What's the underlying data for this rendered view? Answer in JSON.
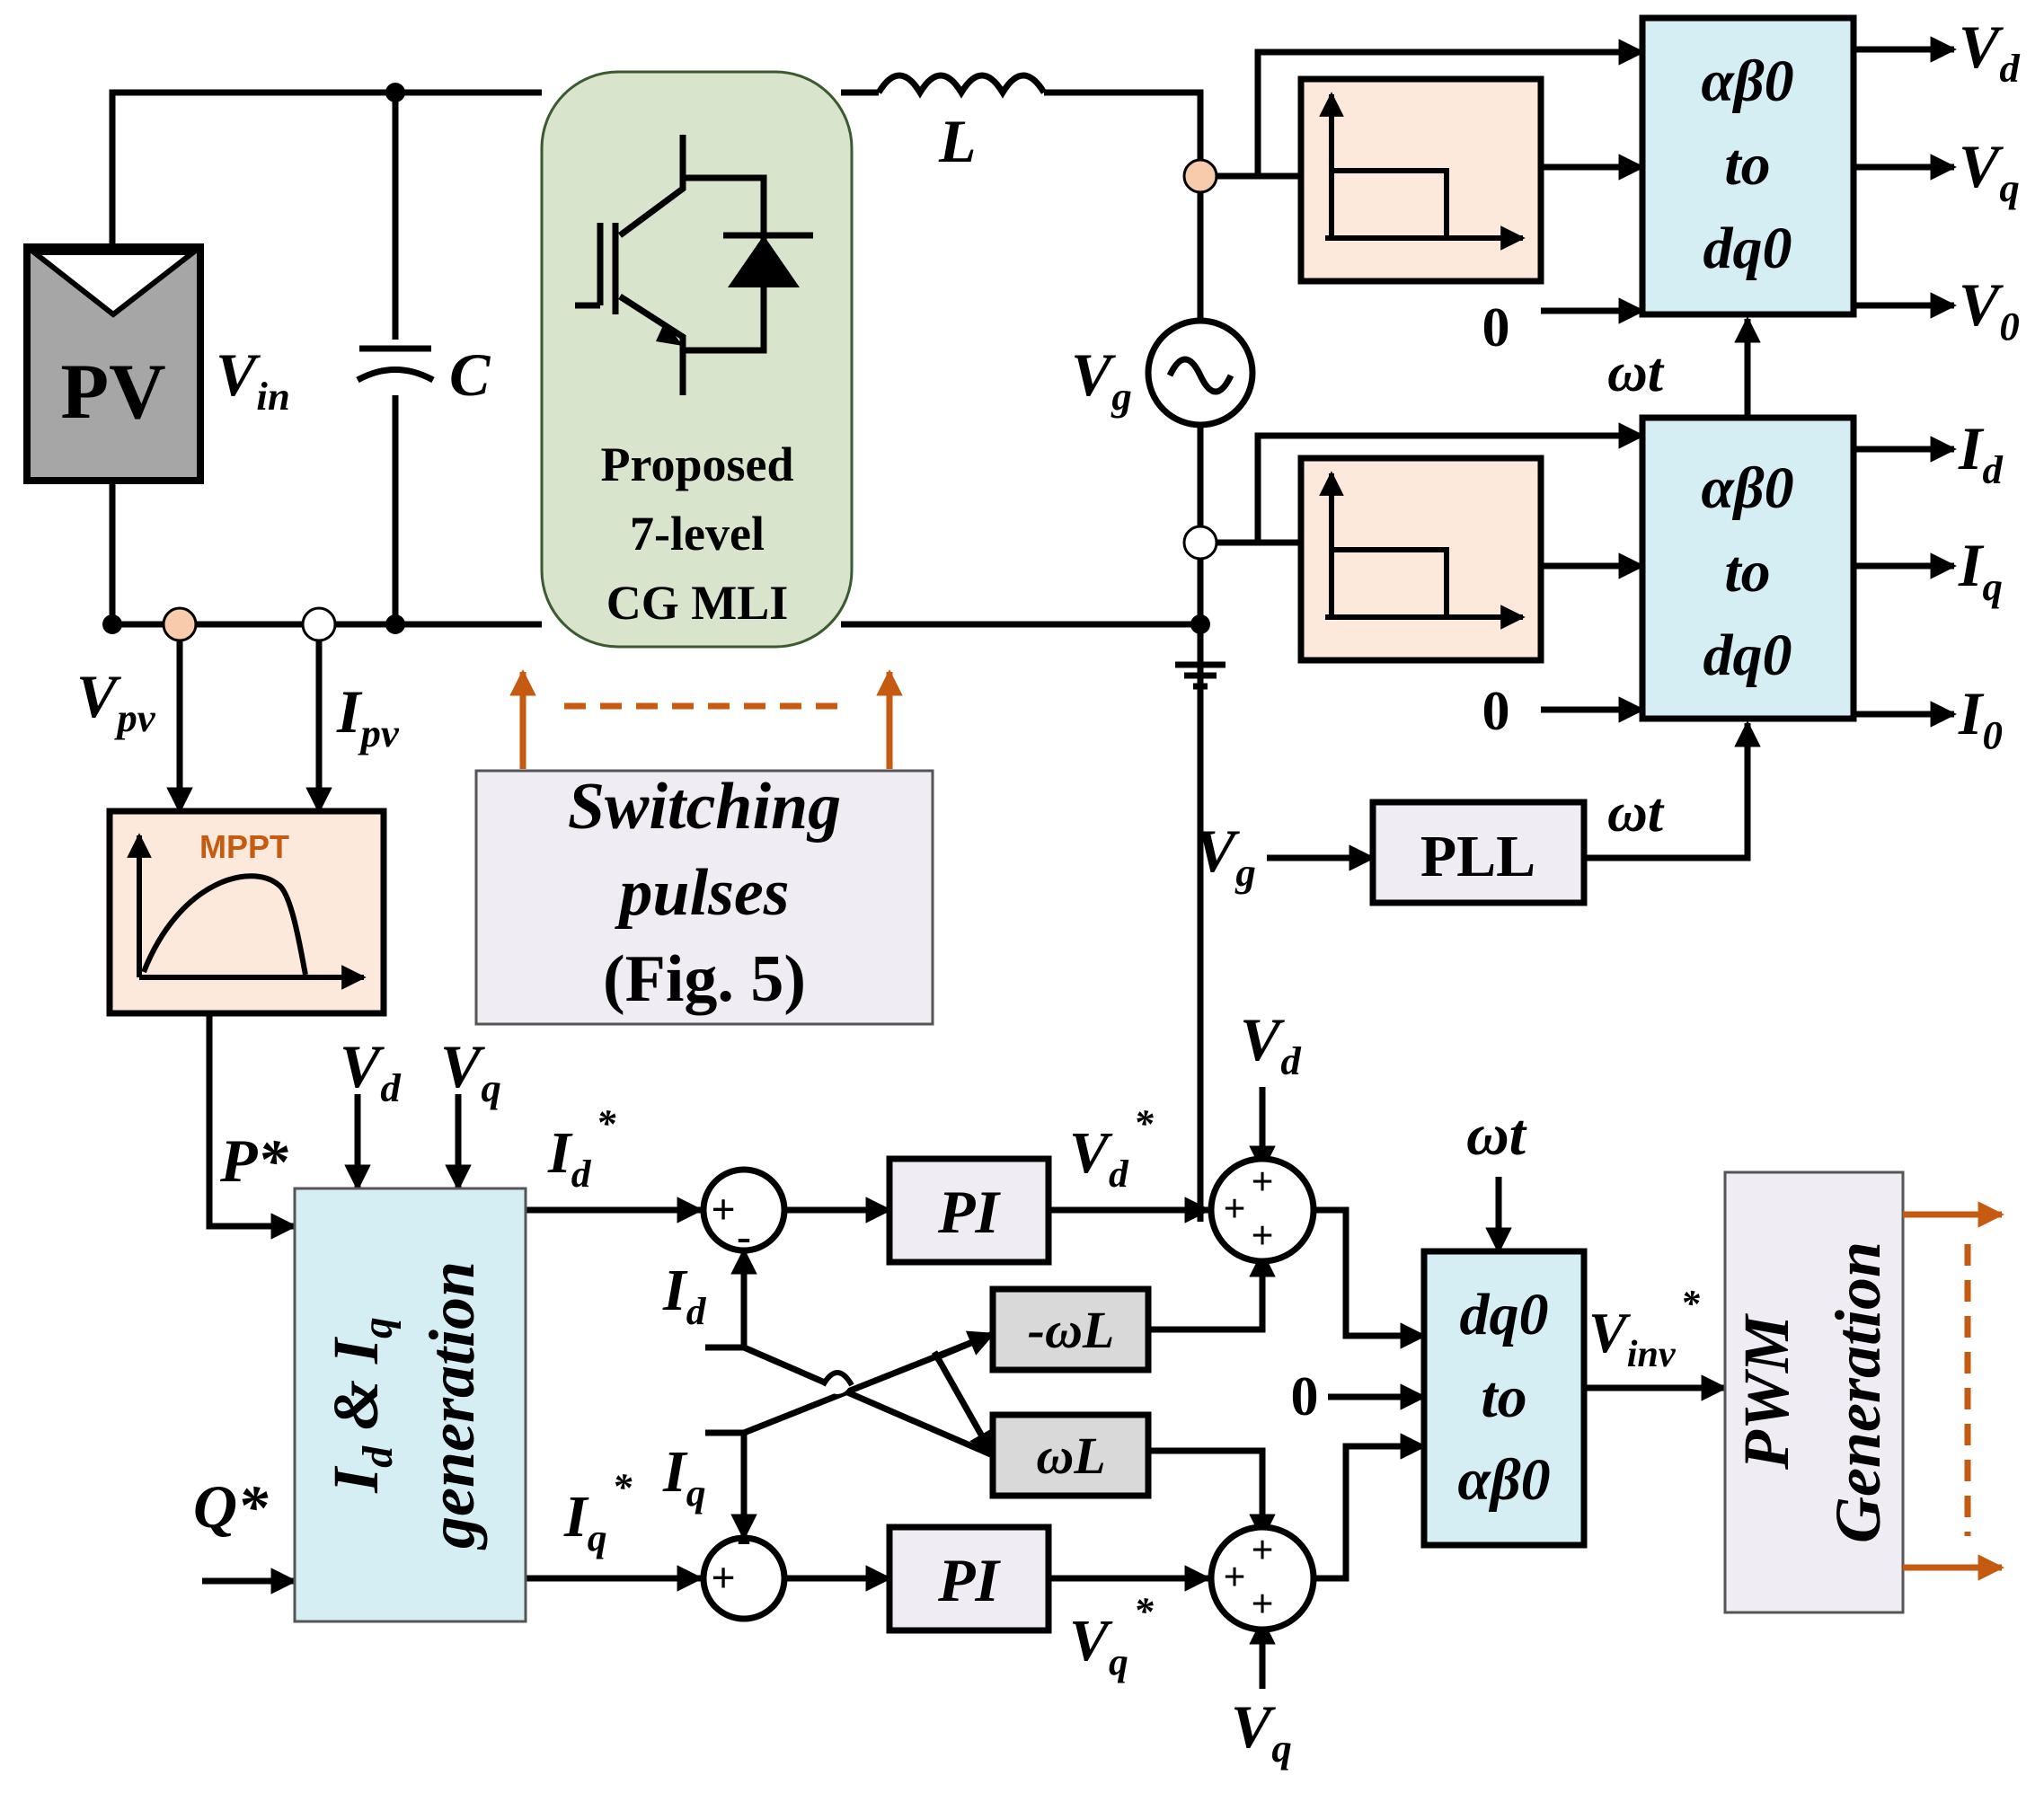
{
  "colors": {
    "line": "#000000",
    "orange_box": "#fce9dc",
    "cyan_box": "#d4eef3",
    "lavender_box": "#efecf3",
    "inverter_fill": "#d8e4cc",
    "pv_fill": "#a6a6a6",
    "wl_fill": "#d9d9d9",
    "accent_arrow": "#c55a11",
    "node_orange": "#f8cbad"
  },
  "icons": {
    "pv": "solar-panel-icon",
    "igbt": "igbt-switch-icon",
    "ac_source": "ac-source-icon",
    "ground": "ground-icon"
  },
  "circuit": {
    "pv_label": "PV",
    "vin": {
      "main": "V",
      "sub": "in"
    },
    "cap": "C",
    "inductor": "L",
    "vg": {
      "main": "V",
      "sub": "g"
    },
    "inverter_lines": [
      "Proposed",
      "7-level",
      "CG MLI"
    ],
    "switching_lines": [
      "Switching",
      "pulses",
      "(Fig. 5)"
    ],
    "vpv": {
      "main": "V",
      "sub": "pv"
    },
    "ipv": {
      "main": "I",
      "sub": "pv"
    },
    "mppt": "MPPT"
  },
  "transforms": {
    "upper": {
      "lines": [
        "αβ0",
        "to",
        "dq0"
      ],
      "zero": "0",
      "out": [
        {
          "main": "V",
          "sub": "d"
        },
        {
          "main": "V",
          "sub": "q"
        },
        {
          "main": "V",
          "sub": "0"
        }
      ]
    },
    "lower": {
      "lines": [
        "αβ0",
        "to",
        "dq0"
      ],
      "zero": "0",
      "out": [
        {
          "main": "I",
          "sub": "d"
        },
        {
          "main": "I",
          "sub": "q"
        },
        {
          "main": "I",
          "sub": "0"
        }
      ]
    },
    "wt_upper": "ωt",
    "wt_pll": "ωt",
    "pll": "PLL",
    "pll_in": {
      "main": "V",
      "sub": "g"
    }
  },
  "control": {
    "p_star": "P*",
    "q_star": "Q*",
    "gen_vd": {
      "main": "V",
      "sub": "d"
    },
    "gen_vq": {
      "main": "V",
      "sub": "q"
    },
    "gen_line1": {
      "a": "I",
      "a_sub": "d",
      "amp": " & ",
      "b": "I",
      "b_sub": "q"
    },
    "gen_line2": "generation",
    "id_star": {
      "main": "I",
      "sub": "d",
      "sup": "*"
    },
    "iq_star": {
      "main": "I",
      "sub": "q",
      "sup": "*"
    },
    "id_fb": {
      "main": "I",
      "sub": "d"
    },
    "iq_fb": {
      "main": "I",
      "sub": "q"
    },
    "sum_top": {
      "a": "+",
      "b": "-"
    },
    "sum_bot": {
      "a": "-",
      "b": "+"
    },
    "pi": "PI",
    "vd_star": {
      "main": "V",
      "sub": "d",
      "sup": "*"
    },
    "vq_star": {
      "main": "V",
      "sub": "q",
      "sup": "*"
    },
    "neg_wl": "-ωL",
    "wl": "ωL",
    "sum3_signs": [
      "+",
      "+",
      "+"
    ],
    "ff_vd": {
      "main": "V",
      "sub": "d"
    },
    "ff_vq": {
      "main": "V",
      "sub": "q"
    },
    "dq_wt": "ωt",
    "dq_zero": "0",
    "dq_lines": [
      "dq0",
      "to",
      "αβ0"
    ],
    "vinv": {
      "main": "V",
      "sub": "inv",
      "sup": "*"
    },
    "pwm_lines": [
      "PWM",
      "Generation"
    ]
  }
}
